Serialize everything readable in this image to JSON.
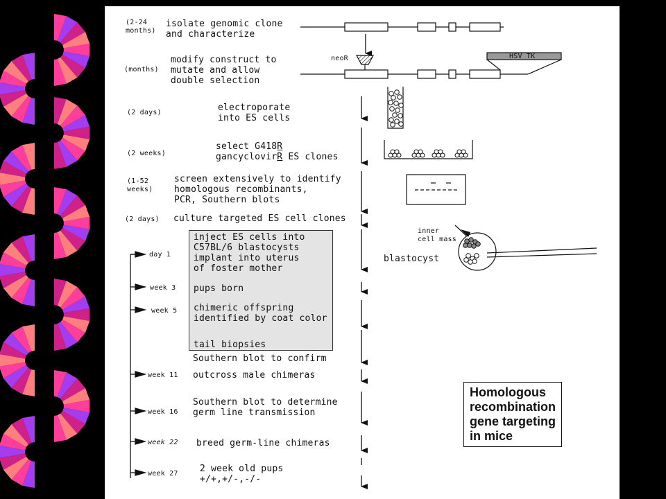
{
  "steps": [
    {
      "time": "(2-24\nmonths)",
      "text": "isolate genomic clone\nand characterize"
    },
    {
      "time": "(months)",
      "text": "modify construct to\nmutate and allow\ndouble selection"
    },
    {
      "time": "(2 days)",
      "text": "electroporate\ninto ES cells"
    },
    {
      "time": "(2 weeks)",
      "text_a": "select G418",
      "text_b": "R",
      "text_c": "gancyclovir",
      "text_d": "R",
      "text_e": " ES clones"
    },
    {
      "time": "(1-52\nweeks)",
      "text": "screen extensively to identify\nhomologous recombinants,\nPCR, Southern blots"
    },
    {
      "time": "(2 days)",
      "text": "culture targeted ES cell clones"
    }
  ],
  "timeline": [
    {
      "label": "day 1",
      "text": "inject ES cells into\nC57BL/6 blastocysts\nimplant into uterus\nof foster mother"
    },
    {
      "label": "week 3",
      "text": "pups born"
    },
    {
      "label": "week 5",
      "text": "chimeric offspring\nidentified by coat color"
    },
    {
      "label": "",
      "text": "tail biopsies"
    },
    {
      "label": "",
      "text": "Southern blot to confirm"
    },
    {
      "label": "week 11",
      "text": "outcross male chimeras"
    },
    {
      "label": "week 16",
      "text": "Southern blot to determine\ngerm line transmission"
    },
    {
      "label": "week 22",
      "text": "breed germ-line chimeras"
    },
    {
      "label": "week 27",
      "text": "2 week old pups\n+/+,+/-,-/-"
    }
  ],
  "labels": {
    "neoR": "neoR",
    "hsv_tk": "HSV TK",
    "inner_cell_mass": "inner\ncell mass",
    "blastocyst": "blastocyst"
  },
  "title": [
    "Homologous",
    "recombination",
    "gene targeting",
    "in mice"
  ],
  "colors": {
    "deco_pink": "#ff3d9a",
    "deco_purple": "#a43cf0",
    "deco_magenta": "#d0208a",
    "deco_salmon": "#ff7f7f"
  }
}
